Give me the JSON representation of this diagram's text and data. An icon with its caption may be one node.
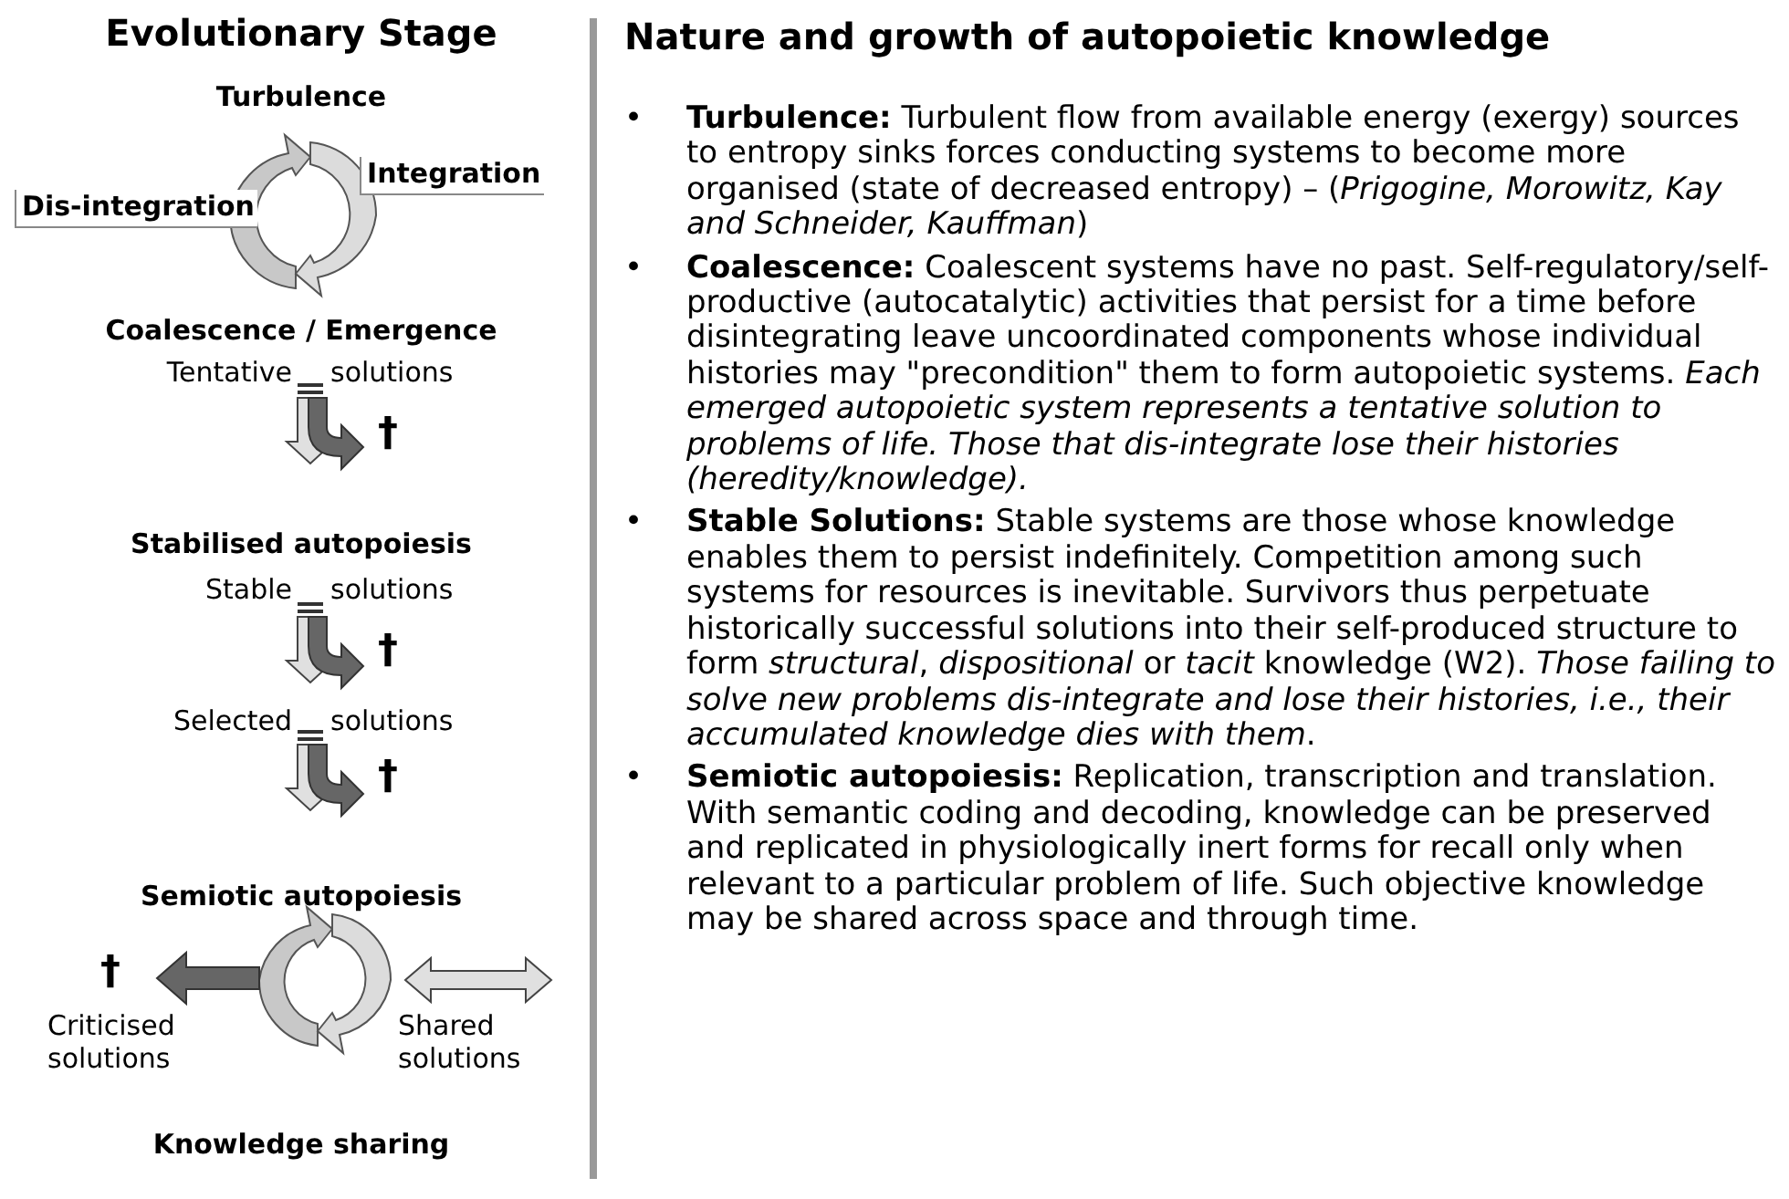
{
  "diagram": {
    "title": "Nature and growth of autopoietic knowledge",
    "labels": [
      "Evolutionary Stage",
      "Turbulence",
      "Integration",
      "Dis-integration",
      "Coalescence / Emergence",
      "Tentative",
      "solutions",
      "†",
      "Stabilised autopoiesis",
      "Stable",
      "solutions",
      "†",
      "Selected",
      "solutions",
      "†",
      "Semiotic autopoiesis",
      "†",
      "Criticised solutions",
      "Shared solutions",
      "Knowledge sharing",
      "•",
      "**Turbulence:** Turbulent flow from available energy (exergy) sources to entropy sinks forces conducting systems to become more organised (state of decreased entropy) – (*Prigogine, Morowitz, Kay and Schneider, Kauffman*)",
      "•",
      "**Coalescence:** Coalescent systems have no past. Self-regulatory/self-productive (autocatalytic) activities that persist for a time before disintegrating leave uncoordinated components whose individual histories may \"precondition\" them to form autopoietic systems. *Each emerged autopoietic system represents a tentative solution to problems of life. Those that dis-integrate lose their histories (heredity/knowledge).*",
      "•",
      "**Stable Solutions:** Stable systems are those whose knowledge enables them to persist indefinitely. Competition among such systems for resources is inevitable. Survivors thus perpetuate historically successful solutions into their self-produced structure to form *structural*, *dispositional* or *tacit* knowledge (W2). *Those failing to solve new problems dis-integrate and lose their histories, i.e., their accumulated knowledge dies with them*.",
      "•",
      "**Semiotic autopoiesis:** Replication, transcription and translation. With semantic coding and decoding, knowledge can be preserved and replicated in physiologically inert forms for recall only when relevant to a particular problem of life. Such objective knowledge may be shared across space and through time."
    ]
  }
}
